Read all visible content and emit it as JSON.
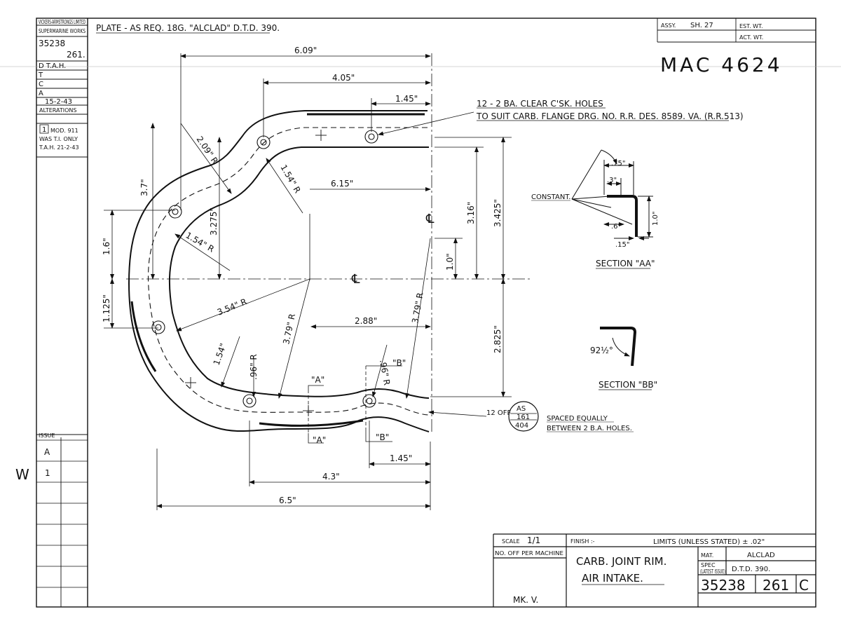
{
  "header": {
    "company": "VICKERS-ARMSTRONGS LIMITED",
    "works": "SUPERMARINE WORKS",
    "drawing_no": "35238",
    "sheet": "261.",
    "plate_note": "PLATE - AS REQ. 18G. \"ALCLAD\" D.T.D. 390.",
    "assy": "ASSY.",
    "sh": "SH. 27",
    "est_wt": "EST. WT.",
    "act_wt": "ACT. WT."
  },
  "reference": "MAC 4624",
  "sign_block": {
    "d": "D  T.A.H.",
    "t": "T",
    "c": "C",
    "a": "A",
    "date": "15-2-43",
    "alterations": "ALTERATIONS",
    "alt_no": "1",
    "alt_mod": "MOD. 911",
    "alt_was": "WAS T.I. ONLY",
    "alt_by": "T.A.H. 21-2-43"
  },
  "issue": {
    "label": "ISSUE",
    "rows": [
      "A",
      "1"
    ],
    "margin_mark": "W"
  },
  "notes": {
    "holes_line1": "12 - 2 BA. CLEAR C'SK. HOLES",
    "holes_line2": "TO SUIT CARB. FLANGE DRG. NO. R.R. DES. 8589. VA. (R.R.513)",
    "constant": "CONSTANT.",
    "spaced_line1": "SPACED EQUALLY",
    "spaced_line2": "BETWEEN 2 B.A. HOLES.",
    "off_12": "12 OFF",
    "as_line1": "AS",
    "as_line2": "161",
    "as_line3": "404"
  },
  "section_aa": {
    "title": "SECTION \"AA\"",
    "d75": ".75\"",
    "d3": ".3\"",
    "d6": ".6\"",
    "d15": ".15\"",
    "d10": "1.0\""
  },
  "section_bb": {
    "title": "SECTION \"BB\"",
    "angle": "92½°"
  },
  "dimensions": {
    "d609": "6.09\"",
    "d405": "4.05\"",
    "d145_top": "1.45\"",
    "d615": "6.15\"",
    "d316": "3.16\"",
    "d3425": "3.425\"",
    "d10": "1.0\"",
    "d2825": "2.825\"",
    "d37": "3.7\"",
    "d16": "1.6\"",
    "d1125": "1.125\"",
    "d3275": "3.275\"",
    "r209": "2.09\" R",
    "r154_a": "1.54\" R",
    "r154_b": "1.54\" R",
    "r354": "3.54\" R",
    "r379_a": "3.79\" R",
    "r379_b": "3.79\" R",
    "d288": "2.88\"",
    "d154": "1.54\"",
    "r96_a": ".96\" R",
    "r96_b": ".96\" R",
    "d145_bot": "1.45\"",
    "d43": "4.3\"",
    "d65": "6.5\"",
    "sec_a": "\"A\"",
    "sec_b": "\"B\"",
    "centreline": "℄"
  },
  "title_block": {
    "scale_label": "SCALE",
    "scale_value": "1/1",
    "finish": "FINISH :-",
    "limits": "LIMITS (UNLESS STATED) ± .02\"",
    "off_per_machine": "NO. OFF PER MACHINE",
    "title_line1": "CARB. JOINT RIM.",
    "title_line2": "AIR INTAKE.",
    "mat_label": "MAT.",
    "mat_value": "ALCLAD",
    "spec_label_1": "SPEC",
    "spec_label_2": "(LATEST ISSUE)",
    "spec_value": "D.T.D. 390.",
    "mark": "MK. V.",
    "part_no": "35238",
    "part_sheet": "261",
    "issue_letter": "C"
  }
}
